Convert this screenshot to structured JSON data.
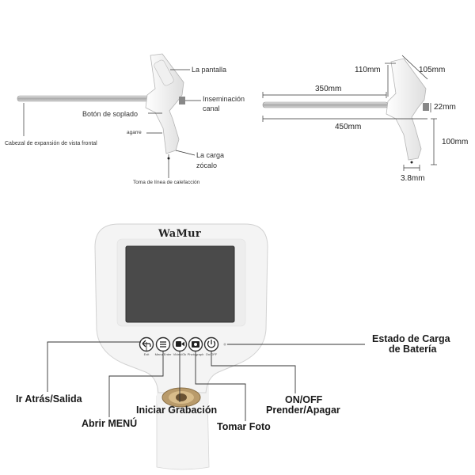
{
  "diagram_left": {
    "la_pantalla": "La pantalla",
    "inseminacion": "Inseminación",
    "canal": "canal",
    "boton_soplado": "Botón de soplado",
    "cabezal": "Cabezal de expansión de vista frontal",
    "agarre": "agarre",
    "la_carga": "La carga",
    "zocalo": "zócalo",
    "toma": "Toma de línea de calefacción"
  },
  "diagram_right": {
    "dim_110": "110mm",
    "dim_105": "105mm",
    "dim_350": "350mm",
    "dim_22": "22mm",
    "dim_450": "450mm",
    "dim_100": "100mm",
    "dim_38": "3.8mm"
  },
  "device": {
    "logo": "WaMur",
    "buttons": [
      {
        "label": "Exit",
        "icon": "back-arrow-icon"
      },
      {
        "label": "Menu/Enter",
        "icon": "menu-icon"
      },
      {
        "label": "Video/Ok",
        "icon": "video-icon"
      },
      {
        "label": "Photograph",
        "icon": "camera-icon"
      },
      {
        "label": "On/OFF",
        "icon": "power-icon"
      }
    ]
  },
  "callouts": {
    "estado1": "Estado de Carga",
    "estado2": "de Batería",
    "ir_atras": "Ir Atrás/Salida",
    "abrir_menu": "Abrir MENÚ",
    "iniciar": "Iniciar Grabación",
    "tomar_foto": "Tomar Foto",
    "onoff1": "ON/OFF",
    "onoff2": "Prender/Apagar"
  },
  "colors": {
    "device_body": "#f4f4f4",
    "screen": "#4a4a4a",
    "rod": "#b8b8b8"
  }
}
